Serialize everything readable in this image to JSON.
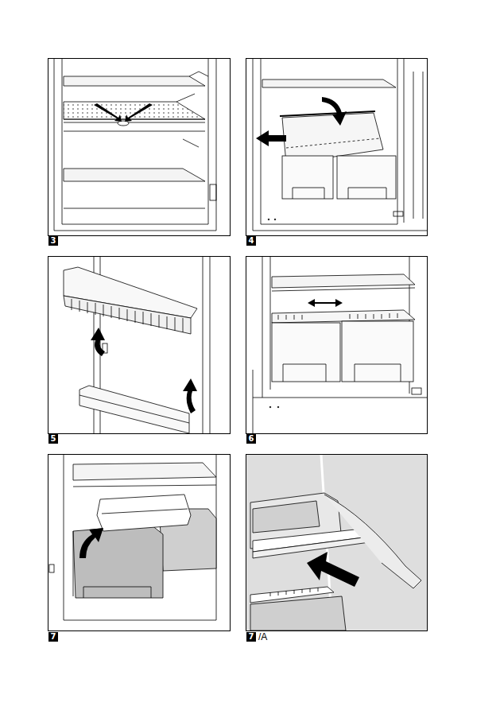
{
  "diagram": {
    "labels": [
      "3",
      "4",
      "5",
      "6",
      "7",
      "7",
      "/A"
    ]
  }
}
